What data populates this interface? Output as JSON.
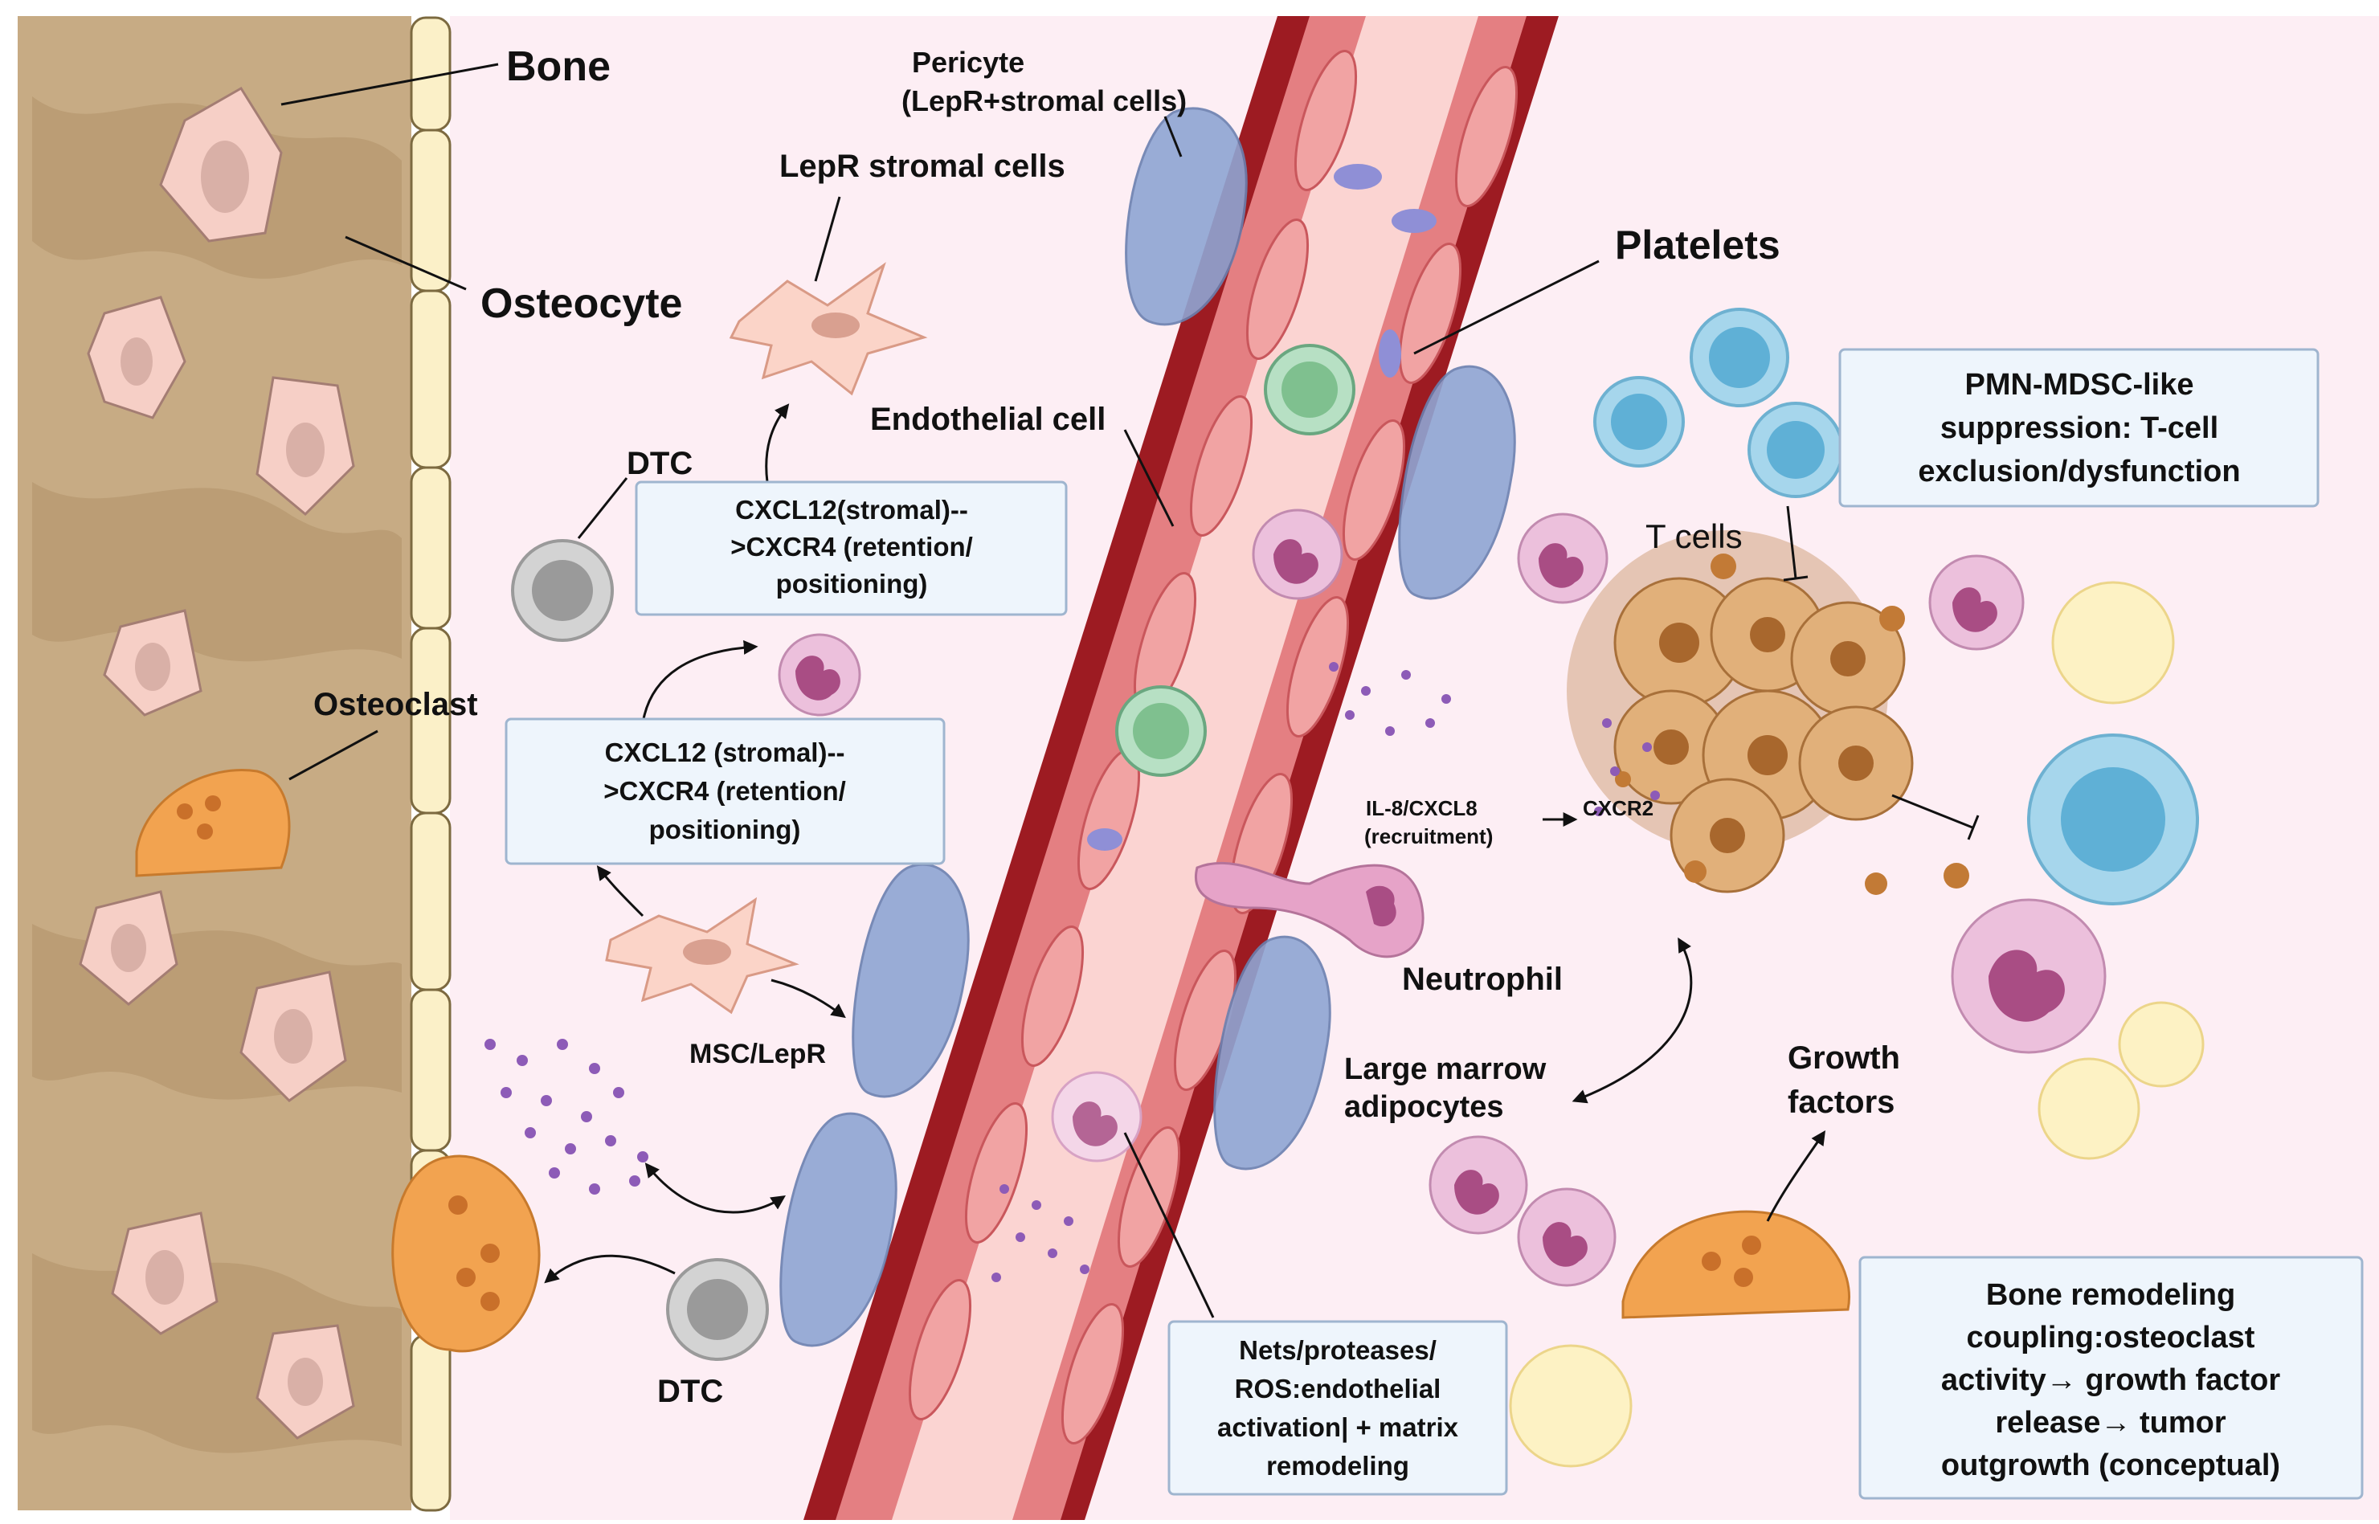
{
  "labels": {
    "bone": "Bone",
    "osteocyte": "Osteocyte",
    "osteoclast": "Osteoclast",
    "pericyte_line1": "Pericyte",
    "pericyte_line2": "(LepR+stromal cells)",
    "lepr_stromal": "LepR stromal cells",
    "endothelial": "Endothelial cell",
    "platelets": "Platelets",
    "dtc_top": "DTC",
    "dtc_bottom": "DTC",
    "t_cells": "T cells",
    "msc_lepr": "MSC/LepR",
    "il8": "IL-8/CXCL8",
    "cxcr2": "CXCR2",
    "recruitment": "(recruitment)",
    "neutrophil": "Neutrophil",
    "adipocytes_line1": "Large marrow",
    "adipocytes_line2": "adipocytes",
    "growth_line1": "Growth",
    "growth_line2": "factors"
  },
  "boxes": {
    "cxcl12_top": [
      "CXCL12(stromal)--",
      ">CXCR4 (retention/",
      "positioning)"
    ],
    "cxcl12_mid": [
      "CXCL12 (stromal)--",
      ">CXCR4  (retention/",
      "positioning)"
    ],
    "pmn": [
      "PMN-MDSC-like",
      "suppression: T-cell",
      "exclusion/dysfunction"
    ],
    "nets": [
      "Nets/proteases/",
      "ROS:endothelial",
      "activation| + matrix",
      "remodeling"
    ],
    "bone_remodeling": [
      "Bone remodeling",
      "coupling:osteoclast",
      "activity→ growth factor",
      "release→ tumor",
      "outgrowth (conceptual)"
    ]
  },
  "colors": {
    "background": "#fdeef4",
    "bone": "#c7ab84",
    "vessel_wall": "#9d1b22",
    "lumen": "#fbd4d2",
    "box_fill": "#eef5fc",
    "osteoclast": "#f2a350",
    "tumor": "#c98a4a",
    "t_cell": "#5fb0d6",
    "neutrophil": "#e6a3c8",
    "adipocyte": "#fdf2c4",
    "platelet": "#8f8fd6",
    "dtc": "#9a9a9a"
  }
}
